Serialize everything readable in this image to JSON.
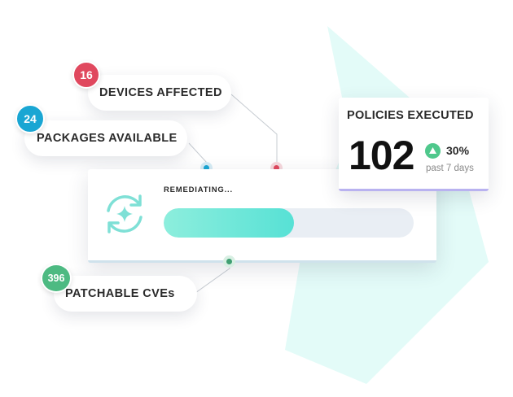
{
  "labels": {
    "devices": {
      "count": "16",
      "text": "DEVICES AFFECTED"
    },
    "packages": {
      "count": "24",
      "text": "PACKAGES AVAILABLE"
    },
    "cves": {
      "count": "396",
      "text": "PATCHABLE CVEs"
    }
  },
  "remediation": {
    "status": "REMEDIATING...",
    "progress": 0.52
  },
  "policies": {
    "title": "POLICIES EXECUTED",
    "value": "102",
    "change": "30%",
    "period": "past 7 days"
  },
  "colors": {
    "red": "#e0485e",
    "blue": "#1aa6d3",
    "green": "#4dba82",
    "teal": "#5ad9d0"
  },
  "icons": {
    "remediate": "sync-sparkle-icon",
    "trend": "triangle-up-icon"
  }
}
